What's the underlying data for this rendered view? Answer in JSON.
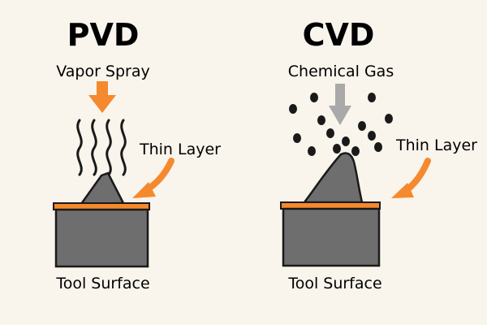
{
  "colors": {
    "background": "#f9f4ec",
    "accent_orange": "#f5892d",
    "tool_gray": "#6e6e6e",
    "outline": "#1a1a1a",
    "gas_arrow_gray": "#a9a9a9",
    "particle": "#1a1a1a"
  },
  "panels": [
    {
      "title": "PVD",
      "source_label": "Vapor Spray",
      "layer_label": "Thin Layer",
      "surface_label": "Tool Surface",
      "source_icon": "orange-down-arrow-icon",
      "deposit_icon": "vapor-wave-icon"
    },
    {
      "title": "CVD",
      "source_label": "Chemical Gas",
      "layer_label": "Thin Layer",
      "surface_label": "Tool Surface",
      "source_icon": "gray-down-arrow-icon",
      "deposit_icon": "gas-particle-icon"
    }
  ]
}
